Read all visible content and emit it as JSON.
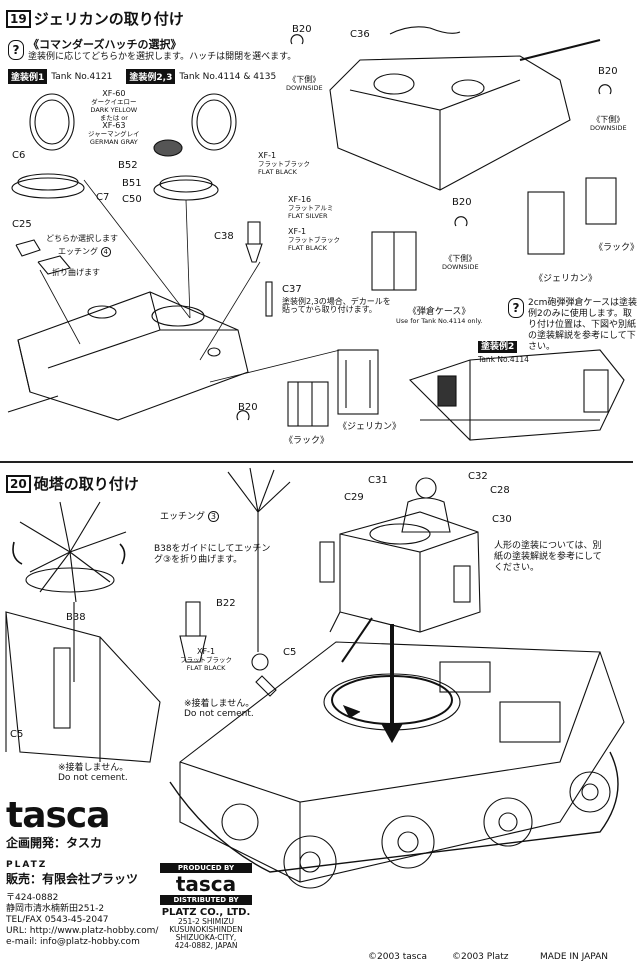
{
  "step19": {
    "num": "19",
    "title": "ジェリカンの取り付け",
    "hatch_choice": "《コマンダーズハッチの選択》",
    "hatch_note": "塗装例に応じてどちらかを選択します。ハッチは開閉を選べます。",
    "scheme1_label": "塗装例1",
    "scheme1_tank": "Tank No.4121",
    "scheme23_label": "塗装例2,3",
    "scheme23_tank": "Tank No.4114 & 4135",
    "paint1_code": "XF-60",
    "paint1_jp": "ダークイエロー",
    "paint1_en": "DARK YELLOW",
    "paint_or": "または or",
    "paint2_code": "XF-63",
    "paint2_jp": "ジャーマングレイ",
    "paint2_en": "GERMAN GRAY",
    "paint3_code": "XF-1",
    "paint3_jp": "フラットブラック",
    "paint3_en": "FLAT BLACK",
    "paint4_code": "XF-16",
    "paint4_jp": "フラットアルミ",
    "paint4_en": "FLAT SILVER",
    "paint5_code": "XF-1",
    "paint5_jp": "フラットブラック",
    "paint5_en": "FLAT BLACK",
    "parts": {
      "c6": "C6",
      "c7": "C7",
      "b52": "B52",
      "b51": "B51",
      "c50": "C50",
      "c25": "C25",
      "c38": "C38",
      "c37": "C37",
      "c36": "C36",
      "b20a": "B20",
      "b20b": "B20",
      "b20c": "B20",
      "b20d": "B20"
    },
    "either_note": "どちらか選択します",
    "etching_note": "エッチング",
    "etching_num": "4",
    "fold_note": "折り曲げます",
    "c37_note": "塗装例2,3の場合、デカールを貼ってから取り付けます。",
    "downside1_jp": "《下側》",
    "downside1_en": "DOWNSIDE",
    "downside2_jp": "《下側》",
    "downside2_en": "DOWNSIDE",
    "downside3_jp": "《下側》",
    "downside3_en": "DOWNSIDE",
    "rack_label": "《ラック》",
    "rack_label2": "《ラック》",
    "jerrycan_label": "《ジェリカン》",
    "jerrycan_label2": "《ジェリカン》",
    "ammo_case": "《弾倉ケース》",
    "ammo_use": "Use for Tank No.4114 only.",
    "ammo_note": "2cm砲弾弾倉ケースは塗装例2のみに使用します。取り付け位置は、下図や別紙の塗装解説を参考にして下さい。",
    "scheme2_label": "塗装例2",
    "scheme2_tank": "Tank No.4114"
  },
  "step20": {
    "num": "20",
    "title": "砲塔の取り付け",
    "etching_note": "エッチング",
    "etching_num": "3",
    "b38_note": "B38をガイドにしてエッチング③を折り曲げます。",
    "b38": "B38",
    "b22": "B22",
    "c5a": "C5",
    "c5b": "C5",
    "c31": "C31",
    "c32": "C32",
    "c28": "C28",
    "c29": "C29",
    "c30": "C30",
    "paint_code": "XF-1",
    "paint_jp": "フラットブラック",
    "paint_en": "FLAT BLACK",
    "figure_note": "人形の塗装については、別紙の塗装解説を参考にしてください。",
    "nocement1_jp": "※接着しません。",
    "nocement1_en": "Do not cement.",
    "nocement2_jp": "※接着しません。",
    "nocement2_en": "Do not cement."
  },
  "footer": {
    "logo": "tasca",
    "planning": "企画開発：タスカ",
    "platz_logo": "PLATZ",
    "sales": "販売：有限会社プラッツ",
    "postal": "〒424-0882",
    "address": "静岡市清水楠新田251-2",
    "tel": "TEL/FAX 0543-45-2047",
    "url": "URL: http://www.platz-hobby.com/",
    "email": "e-mail: info@platz-hobby.com",
    "produced_by": "PRODUCED BY",
    "produced_logo": "tasca",
    "distributed_by": "DISTRIBUTED BY",
    "distributor": "PLATZ CO., LTD.",
    "dist_addr1": "251-2 SHIMIZU",
    "dist_addr2": "KUSUNOKISHINDEN",
    "dist_addr3": "SHIZUOKA-CITY,",
    "dist_addr4": "424-0882, JAPAN",
    "copy1": "©2003 tasca",
    "copy2": "©2003 Platz",
    "made": "MADE IN JAPAN"
  }
}
